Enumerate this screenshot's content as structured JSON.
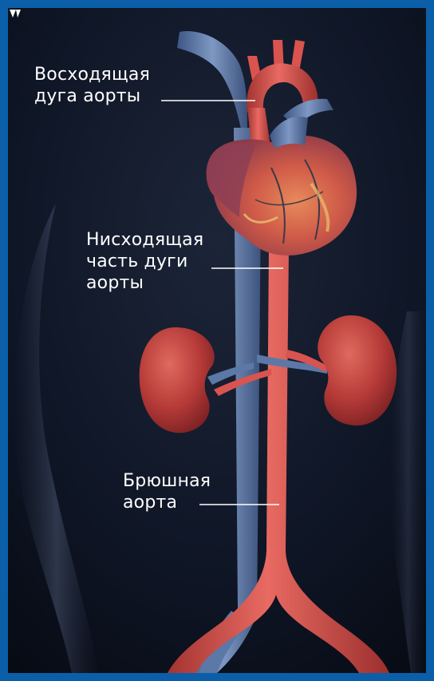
{
  "labels": {
    "ascending_arch": "Восходящая\nдуга аорты",
    "descending_arch": "Нисходящая\nчасть дуги\nаорты",
    "abdominal": "Брюшная\nаорта"
  },
  "colors": {
    "frame": "#0b5fa8",
    "background": "#0d1322",
    "artery": "#d9534f",
    "vein": "#5b78a6",
    "heart": "#c8514b",
    "kidney": "#b8393a",
    "leader_line": "#ffffff"
  },
  "icons": {
    "corner_mark": "quote-mark-icon"
  }
}
